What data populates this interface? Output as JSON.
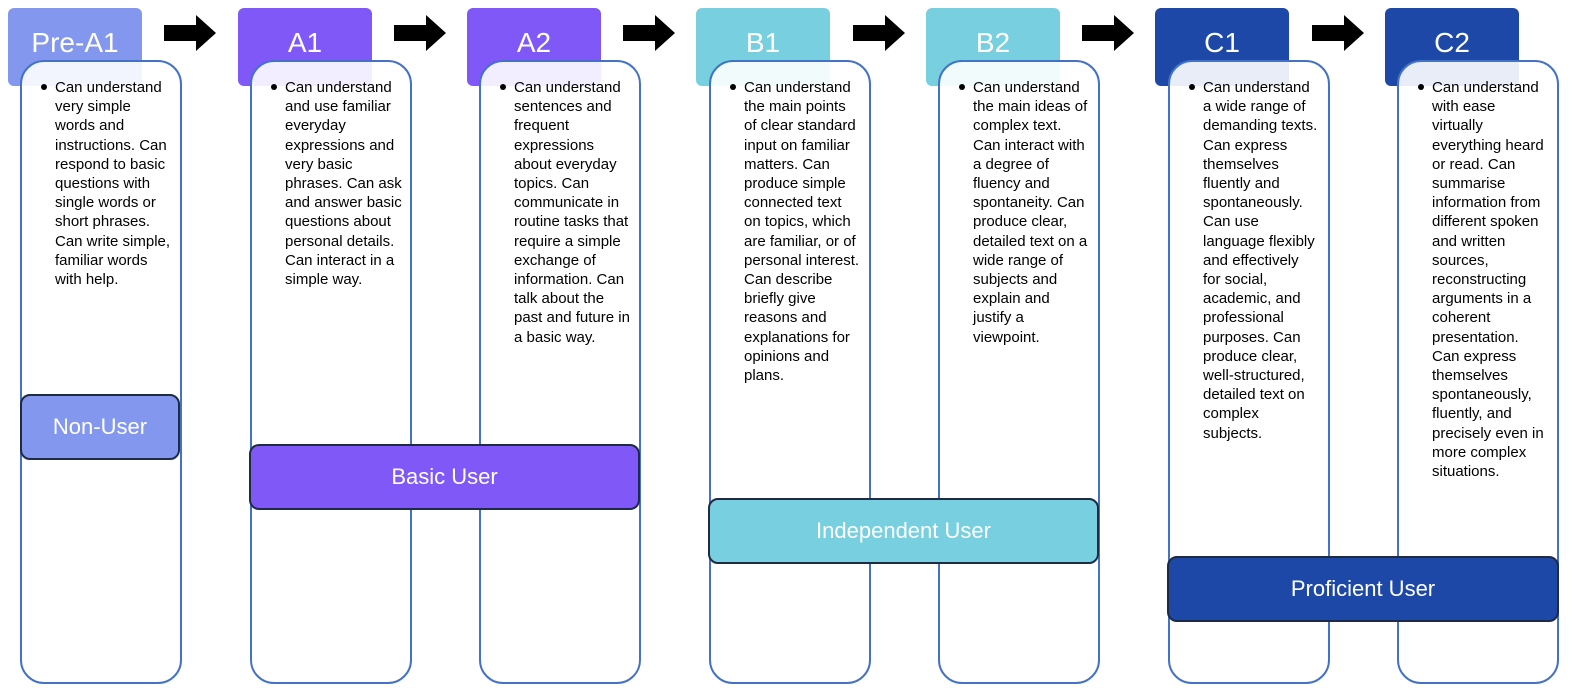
{
  "colors": {
    "card_border": "#4472c4",
    "arrow": "#000000",
    "band_border": "#1f2a44"
  },
  "levels": [
    {
      "label": "Pre-A1",
      "color": "#8497ee",
      "description": "Can understand very simple words and instructions. Can respond to basic questions with single words or short phrases. Can write simple, familiar words with help."
    },
    {
      "label": "A1",
      "color": "#8058f8",
      "description": "Can understand and use familiar everyday expressions and very basic phrases. Can ask and answer basic questions about personal details. Can interact in a simple way."
    },
    {
      "label": "A2",
      "color": "#8058f8",
      "description": "Can understand sentences and frequent expressions about everyday topics. Can communicate in routine tasks that require a simple exchange of information. Can talk about the past and future in a basic way."
    },
    {
      "label": "B1",
      "color": "#78cfe0",
      "description": "Can understand the main points of clear standard input on familiar matters. Can produce simple connected text on topics, which are familiar, or of personal interest. Can describe briefly give reasons and explanations for opinions and plans."
    },
    {
      "label": "B2",
      "color": "#78cfe0",
      "description": "Can understand the main ideas of complex text. Can interact with a degree of fluency and spontaneity. Can produce clear, detailed text on a wide range of subjects and explain and justify a viewpoint."
    },
    {
      "label": "C1",
      "color": "#1e48a8",
      "description": "Can understand a wide range of demanding texts. Can express themselves fluently and spontaneously. Can use language flexibly and effectively for social, academic, and professional purposes. Can produce clear, well-structured, detailed text on complex subjects."
    },
    {
      "label": "C2",
      "color": "#1e48a8",
      "description": "Can understand with ease virtually everything heard or read. Can summarise information from different spoken and written sources, reconstructing arguments in a coherent presentation. Can express themselves spontaneously, fluently, and precisely even in more complex situations."
    }
  ],
  "bands": [
    {
      "label": "Non-User",
      "color": "#8497ee"
    },
    {
      "label": "Basic User",
      "color": "#8058f8"
    },
    {
      "label": "Independent User",
      "color": "#78cfe0"
    },
    {
      "label": "Proficient User",
      "color": "#1e48a8"
    }
  ]
}
